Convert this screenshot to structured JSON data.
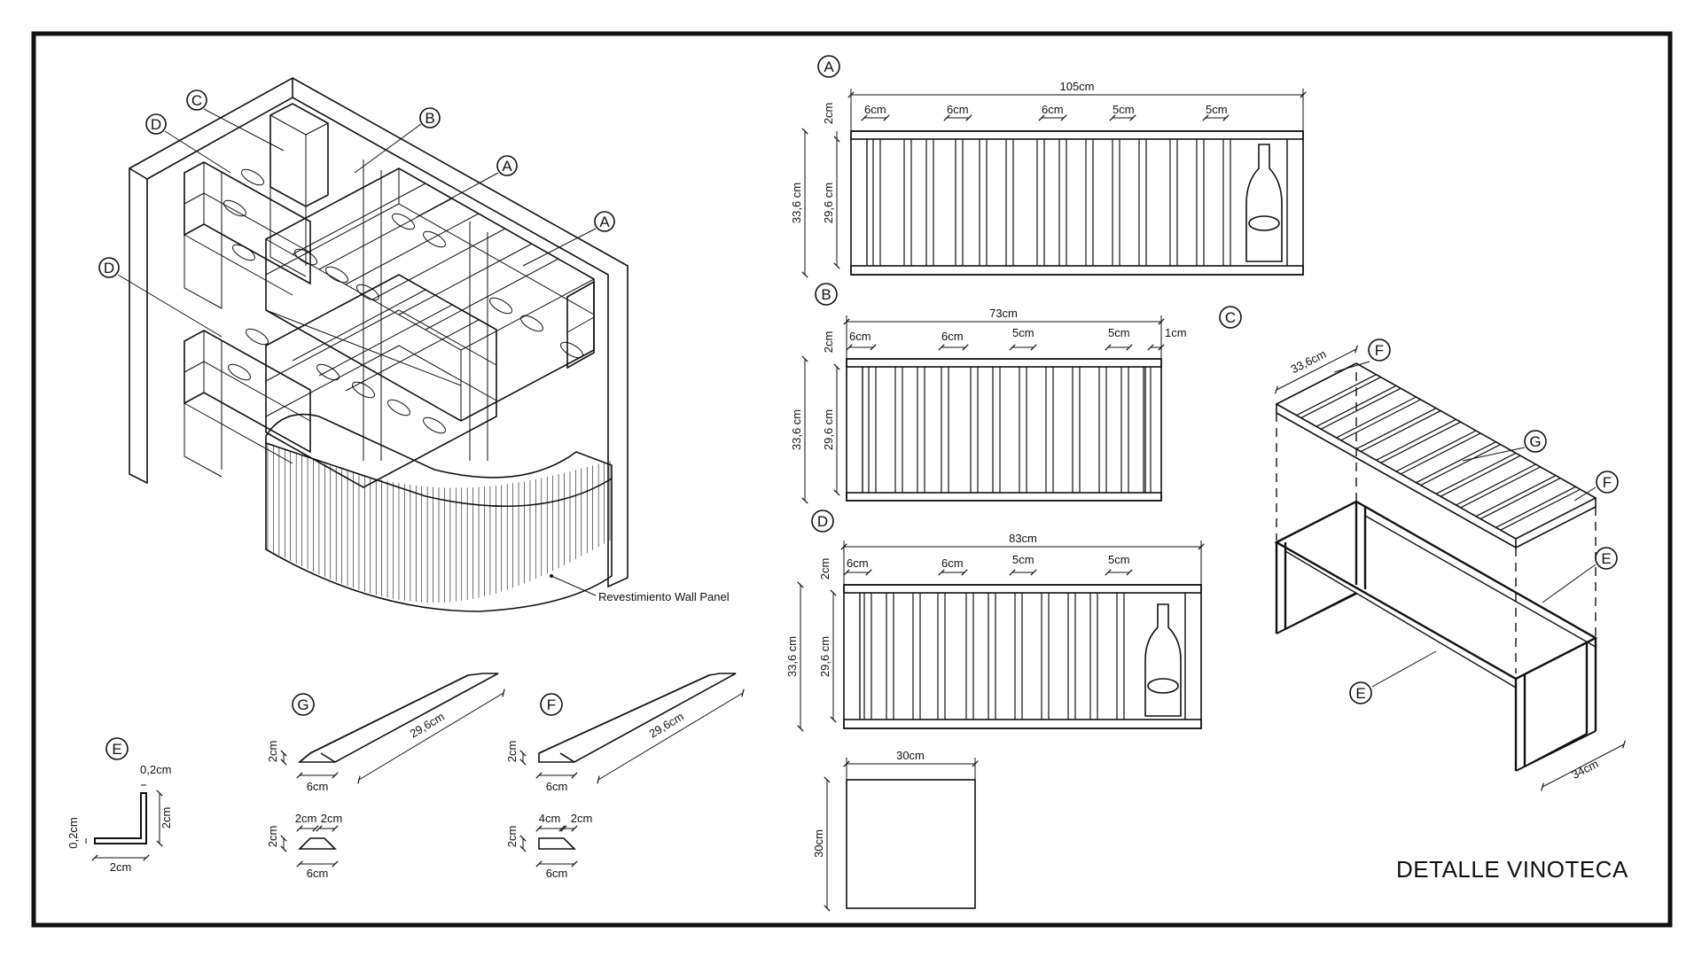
{
  "title": "DETALLE VINOTECA",
  "wall_panel_label": "Revestimiento Wall Panel",
  "iso_callouts": [
    "C",
    "D",
    "B",
    "A",
    "A",
    "D"
  ],
  "elevation_A": {
    "tag": "A",
    "width": "105cm",
    "spacings": [
      "6cm",
      "6cm",
      "6cm",
      "5cm",
      "5cm"
    ],
    "top_thickness": "2cm",
    "total_height": "33,6 cm",
    "inner_height": "29,6 cm"
  },
  "elevation_B": {
    "tag": "B",
    "width": "73cm",
    "spacings": [
      "6cm",
      "6cm",
      "5cm",
      "5cm",
      "1cm"
    ],
    "top_thickness": "2cm",
    "total_height": "33,6 cm",
    "inner_height": "29,6 cm"
  },
  "elevation_D": {
    "tag": "D",
    "width": "83cm",
    "spacings": [
      "6cm",
      "6cm",
      "5cm",
      "5cm"
    ],
    "top_thickness": "2cm",
    "total_height": "33,6 cm",
    "inner_height": "29,6 cm"
  },
  "plan_square": {
    "width": "30cm",
    "height": "30cm"
  },
  "detail_C": {
    "tag": "C",
    "depth": "33,6cm",
    "width": "34cm",
    "callouts": [
      "F",
      "G",
      "F",
      "E",
      "E"
    ]
  },
  "profile_E": {
    "tag": "E",
    "thickness_top": "0,2cm",
    "thickness_side": "0,2cm",
    "height": "2cm",
    "width": "2cm"
  },
  "profile_G": {
    "tag": "G",
    "length": "29,6cm",
    "height": "2cm",
    "base": "6cm",
    "sec_height": "2cm",
    "sec_left": "2cm",
    "sec_right": "2cm",
    "sec_base": "6cm"
  },
  "profile_F": {
    "tag": "F",
    "length": "29,6cm",
    "height": "2cm",
    "base": "6cm",
    "sec_height": "2cm",
    "sec_left": "4cm",
    "sec_right": "2cm",
    "sec_base": "6cm"
  }
}
